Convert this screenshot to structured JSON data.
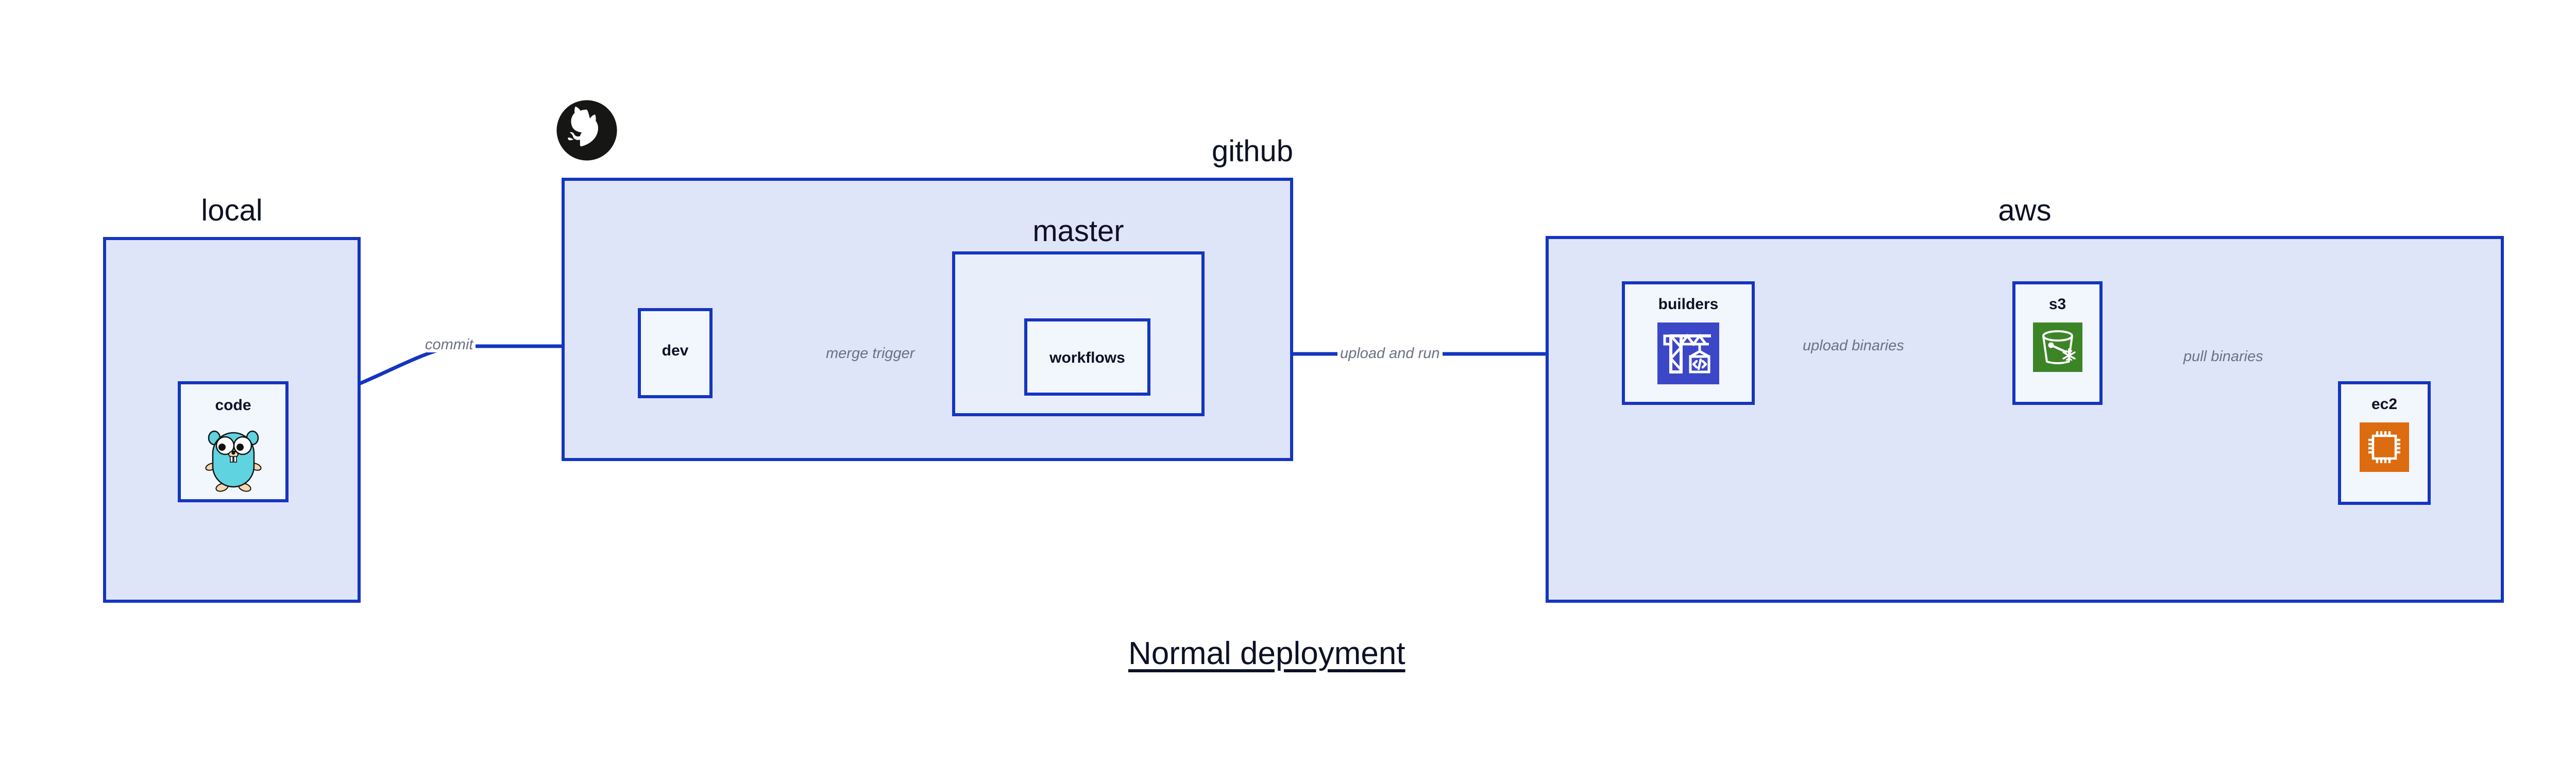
{
  "title": "Normal deployment",
  "colors": {
    "group_fill": "#dfe5f9",
    "subgroup_fill": "#e9eefb",
    "node_fill": "#f2f6fd",
    "border_blue": "#1435c0",
    "edge_blue": "#1435c0",
    "label_gray": "#6b7185",
    "text_dark": "#0d1126",
    "codebuild_blue": "#3c47c8",
    "s3_green": "#3c8527",
    "ec2_orange": "#dd6b10",
    "gopher_cyan": "#5fd3e0",
    "github_black": "#161614"
  },
  "groups": [
    {
      "id": "local",
      "label": "local",
      "label_align": "center"
    },
    {
      "id": "github",
      "label": "github",
      "label_align": "right"
    },
    {
      "id": "aws",
      "label": "aws",
      "label_align": "center"
    }
  ],
  "subgroups": [
    {
      "id": "master",
      "label": "master",
      "parent": "github"
    }
  ],
  "nodes": [
    {
      "id": "code",
      "label": "code",
      "icon": "go-gopher-icon",
      "parent": "local"
    },
    {
      "id": "dev",
      "label": "dev",
      "icon": null,
      "parent": "github"
    },
    {
      "id": "workflows",
      "label": "workflows",
      "icon": null,
      "parent": "master"
    },
    {
      "id": "builders",
      "label": "builders",
      "icon": "aws-codebuild-icon",
      "parent": "aws"
    },
    {
      "id": "s3",
      "label": "s3",
      "icon": "aws-s3-bucket-icon",
      "parent": "aws"
    },
    {
      "id": "ec2",
      "label": "ec2",
      "icon": "aws-ec2-chip-icon",
      "parent": "aws"
    }
  ],
  "edges": [
    {
      "id": "commit",
      "label": "commit",
      "from": "code",
      "to": "dev",
      "style": "curved"
    },
    {
      "id": "merge-trigger",
      "label": "merge trigger",
      "from": "dev",
      "to": "workflows",
      "style": "straight"
    },
    {
      "id": "upload-and-run",
      "label": "upload and run",
      "from": "workflows",
      "to": "builders",
      "style": "straight"
    },
    {
      "id": "upload-binaries",
      "label": "upload binaries",
      "from": "builders",
      "to": "s3",
      "style": "straight"
    },
    {
      "id": "pull-binaries",
      "label": "pull binaries",
      "from": "s3",
      "to": "ec2",
      "style": "curved"
    }
  ],
  "icons": {
    "github_logo": "github-octocat-icon"
  }
}
